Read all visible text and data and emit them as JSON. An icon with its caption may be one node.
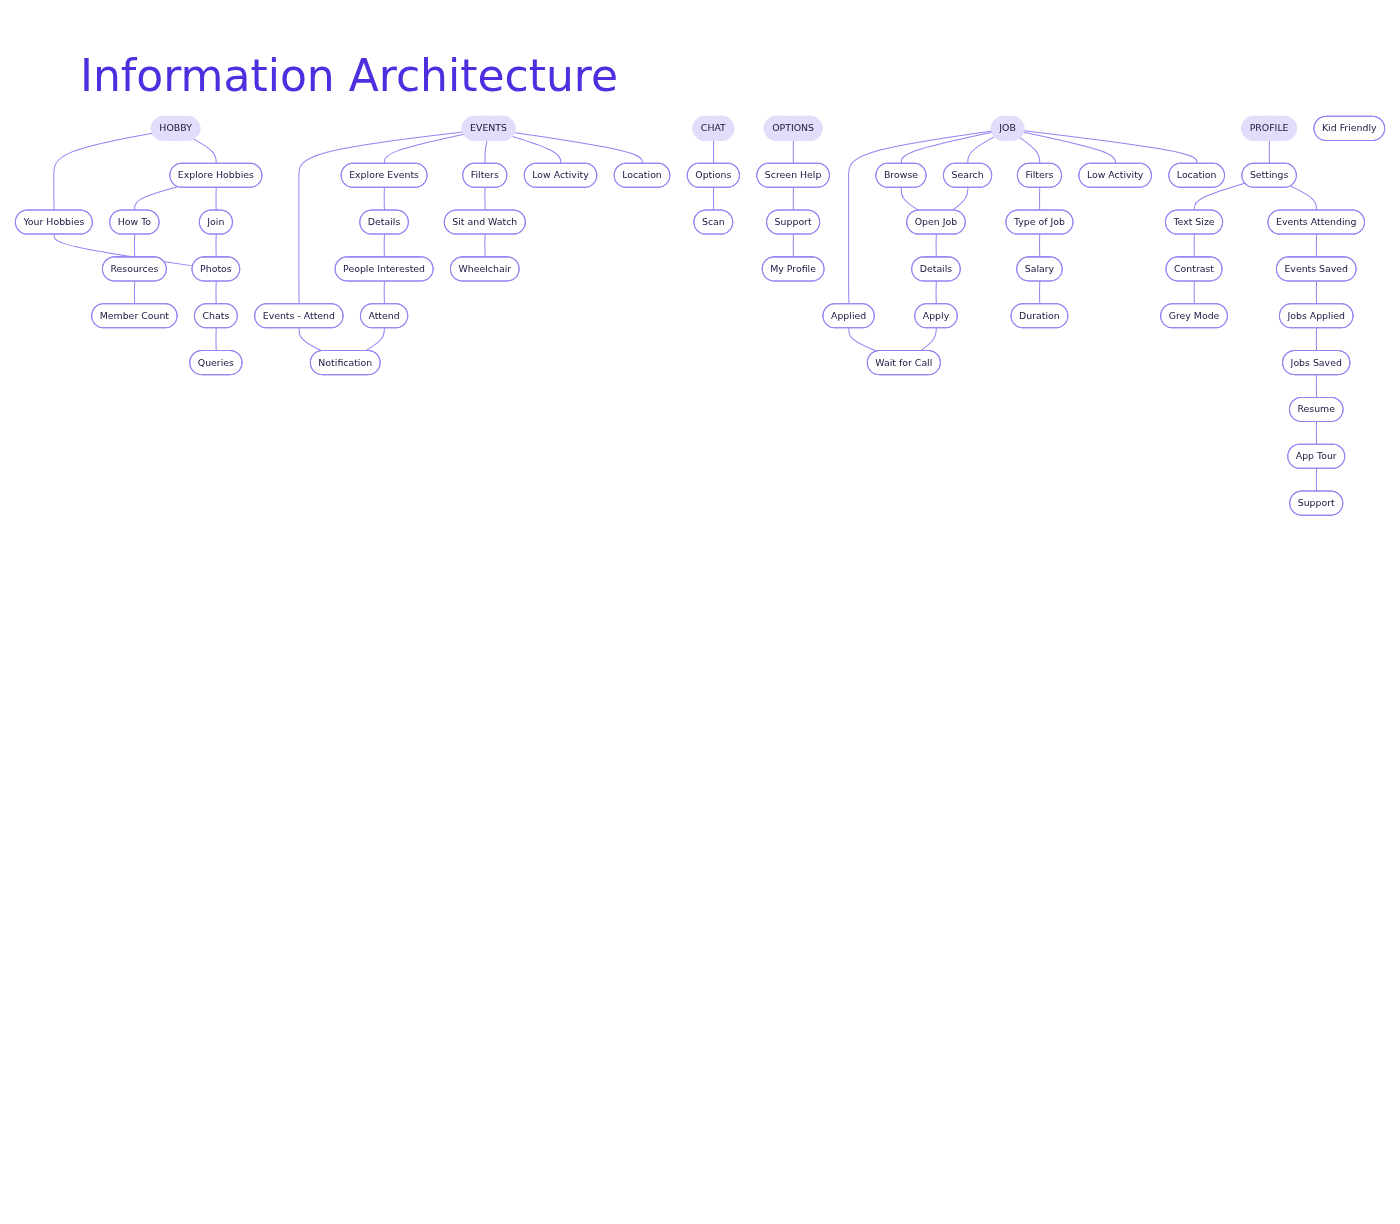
{
  "diagram": {
    "title": "Information Architecture",
    "nodes": [
      {
        "text": [
          "HOBBY"
        ]
      },
      {
        "text": [
          "EVENTS"
        ]
      },
      {
        "text": [
          "JOB"
        ]
      },
      {
        "text": [
          "CHAT"
        ]
      },
      {
        "text": [
          "PROFILE"
        ]
      },
      {
        "text": [
          "OPTIONS"
        ]
      },
      {
        "text": [
          "Your Hobbies"
        ]
      },
      {
        "text": [
          "Explore Hobbies"
        ]
      },
      {
        "text": [
          "How To"
        ]
      },
      {
        "text": [
          "Join"
        ]
      },
      {
        "text": [
          "Resources"
        ]
      },
      {
        "text": [
          "Photos"
        ]
      },
      {
        "text": [
          "Chats"
        ]
      },
      {
        "text": [
          "Queries"
        ]
      },
      {
        "text": [
          "Member Count"
        ]
      },
      {
        "text": [
          "Events - Attend"
        ]
      },
      {
        "text": [
          "Explore Events"
        ]
      },
      {
        "text": [
          "Filters"
        ]
      },
      {
        "text": [
          "Low Activity"
        ]
      },
      {
        "text": [
          "Location"
        ]
      },
      {
        "text": [
          "Details"
        ]
      },
      {
        "text": [
          "Sit and Watch"
        ]
      },
      {
        "text": [
          "People Interested"
        ]
      },
      {
        "text": [
          "Wheelchair"
        ]
      },
      {
        "text": [
          "Attend"
        ]
      },
      {
        "text": [
          "Kid Friendly"
        ]
      },
      {
        "text": [
          "Notification"
        ]
      },
      {
        "text": [
          "Options"
        ]
      },
      {
        "text": [
          "Scan"
        ]
      },
      {
        "text": [
          "Screen Help"
        ]
      },
      {
        "text": [
          "Support"
        ]
      },
      {
        "text": [
          "My Profile"
        ]
      },
      {
        "text": [
          "Applied"
        ]
      },
      {
        "text": [
          "Browse"
        ]
      },
      {
        "text": [
          "Search"
        ]
      },
      {
        "text": [
          "Filters"
        ]
      },
      {
        "text": [
          "Low Activity"
        ]
      },
      {
        "text": [
          "Location"
        ]
      },
      {
        "text": [
          "Type of Job"
        ]
      },
      {
        "text": [
          "Salary"
        ]
      },
      {
        "text": [
          "Duration"
        ]
      },
      {
        "text": [
          "Open Job"
        ]
      },
      {
        "text": [
          "Details"
        ]
      },
      {
        "text": [
          "Apply"
        ]
      },
      {
        "text": [
          "Wait for Call"
        ]
      },
      {
        "text": [
          "Settings"
        ]
      },
      {
        "text": [
          "Text Size"
        ]
      },
      {
        "text": [
          "Events Attending"
        ]
      },
      {
        "text": [
          "Contrast"
        ]
      },
      {
        "text": [
          "Events Saved"
        ]
      },
      {
        "text": [
          "Grey Mode"
        ]
      },
      {
        "text": [
          "Jobs Applied"
        ]
      },
      {
        "text": [
          "Jobs Saved"
        ]
      },
      {
        "text": [
          "Resume"
        ]
      },
      {
        "text": [
          "App Tour"
        ]
      },
      {
        "text": [
          "Support"
        ]
      }
    ],
    "edges": [
      {
        "from": 0,
        "to": 6,
        "arrow": "none"
      },
      {
        "from": 0,
        "to": 7,
        "arrow": "none"
      },
      {
        "from": 7,
        "to": 8,
        "arrow": "none"
      },
      {
        "from": 7,
        "to": 9,
        "arrow": "none"
      },
      {
        "from": 8,
        "to": 10,
        "arrow": "none"
      },
      {
        "from": 10,
        "to": 14,
        "arrow": "none"
      },
      {
        "from": 6,
        "to": 11,
        "arrow": "none"
      },
      {
        "from": 9,
        "to": 11,
        "arrow": "none"
      },
      {
        "from": 11,
        "to": 12,
        "arrow": "none"
      },
      {
        "from": 12,
        "to": 13,
        "arrow": "none"
      },
      {
        "from": 1,
        "to": 15,
        "arrow": "none"
      },
      {
        "from": 1,
        "to": 16,
        "arrow": "none"
      },
      {
        "from": 1,
        "to": 17,
        "arrow": "none"
      },
      {
        "from": 1,
        "to": 18,
        "arrow": "none"
      },
      {
        "from": 1,
        "to": 19,
        "arrow": "none"
      },
      {
        "from": 16,
        "to": 20,
        "arrow": "none"
      },
      {
        "from": 20,
        "to": 22,
        "arrow": "none"
      },
      {
        "from": 22,
        "to": 24,
        "arrow": "none"
      },
      {
        "from": 17,
        "to": 21,
        "arrow": "none"
      },
      {
        "from": 21,
        "to": 23,
        "arrow": "none"
      },
      {
        "from": 15,
        "to": 26,
        "arrow": "none"
      },
      {
        "from": 24,
        "to": 26,
        "arrow": "none"
      },
      {
        "from": 3,
        "to": 27,
        "arrow": "none"
      },
      {
        "from": 27,
        "to": 28,
        "arrow": "none"
      },
      {
        "from": 5,
        "to": 29,
        "arrow": "none"
      },
      {
        "from": 29,
        "to": 30,
        "arrow": "none"
      },
      {
        "from": 30,
        "to": 31,
        "arrow": "none"
      },
      {
        "from": 2,
        "to": 32,
        "arrow": "none"
      },
      {
        "from": 2,
        "to": 33,
        "arrow": "none"
      },
      {
        "from": 2,
        "to": 34,
        "arrow": "none"
      },
      {
        "from": 2,
        "to": 35,
        "arrow": "none"
      },
      {
        "from": 2,
        "to": 36,
        "arrow": "none"
      },
      {
        "from": 2,
        "to": 37,
        "arrow": "none"
      },
      {
        "from": 35,
        "to": 38,
        "arrow": "none"
      },
      {
        "from": 38,
        "to": 39,
        "arrow": "none"
      },
      {
        "from": 39,
        "to": 40,
        "arrow": "none"
      },
      {
        "from": 33,
        "to": 41,
        "arrow": "none"
      },
      {
        "from": 34,
        "to": 41,
        "arrow": "none"
      },
      {
        "from": 41,
        "to": 42,
        "arrow": "none"
      },
      {
        "from": 42,
        "to": 43,
        "arrow": "none"
      },
      {
        "from": 32,
        "to": 44,
        "arrow": "none"
      },
      {
        "from": 43,
        "to": 44,
        "arrow": "none"
      },
      {
        "from": 4,
        "to": 45,
        "arrow": "none"
      },
      {
        "from": 45,
        "to": 46,
        "arrow": "none"
      },
      {
        "from": 46,
        "to": 48,
        "arrow": "none"
      },
      {
        "from": 48,
        "to": 50,
        "arrow": "none"
      },
      {
        "from": 45,
        "to": 47,
        "arrow": "none"
      },
      {
        "from": 47,
        "to": 49,
        "arrow": "none"
      },
      {
        "from": 49,
        "to": 51,
        "arrow": "none"
      },
      {
        "from": 51,
        "to": 52,
        "arrow": "none"
      },
      {
        "from": 52,
        "to": 53,
        "arrow": "none"
      },
      {
        "from": 53,
        "to": 54,
        "arrow": "none"
      },
      {
        "from": 54,
        "to": 55,
        "arrow": "none"
      }
    ]
  }
}
